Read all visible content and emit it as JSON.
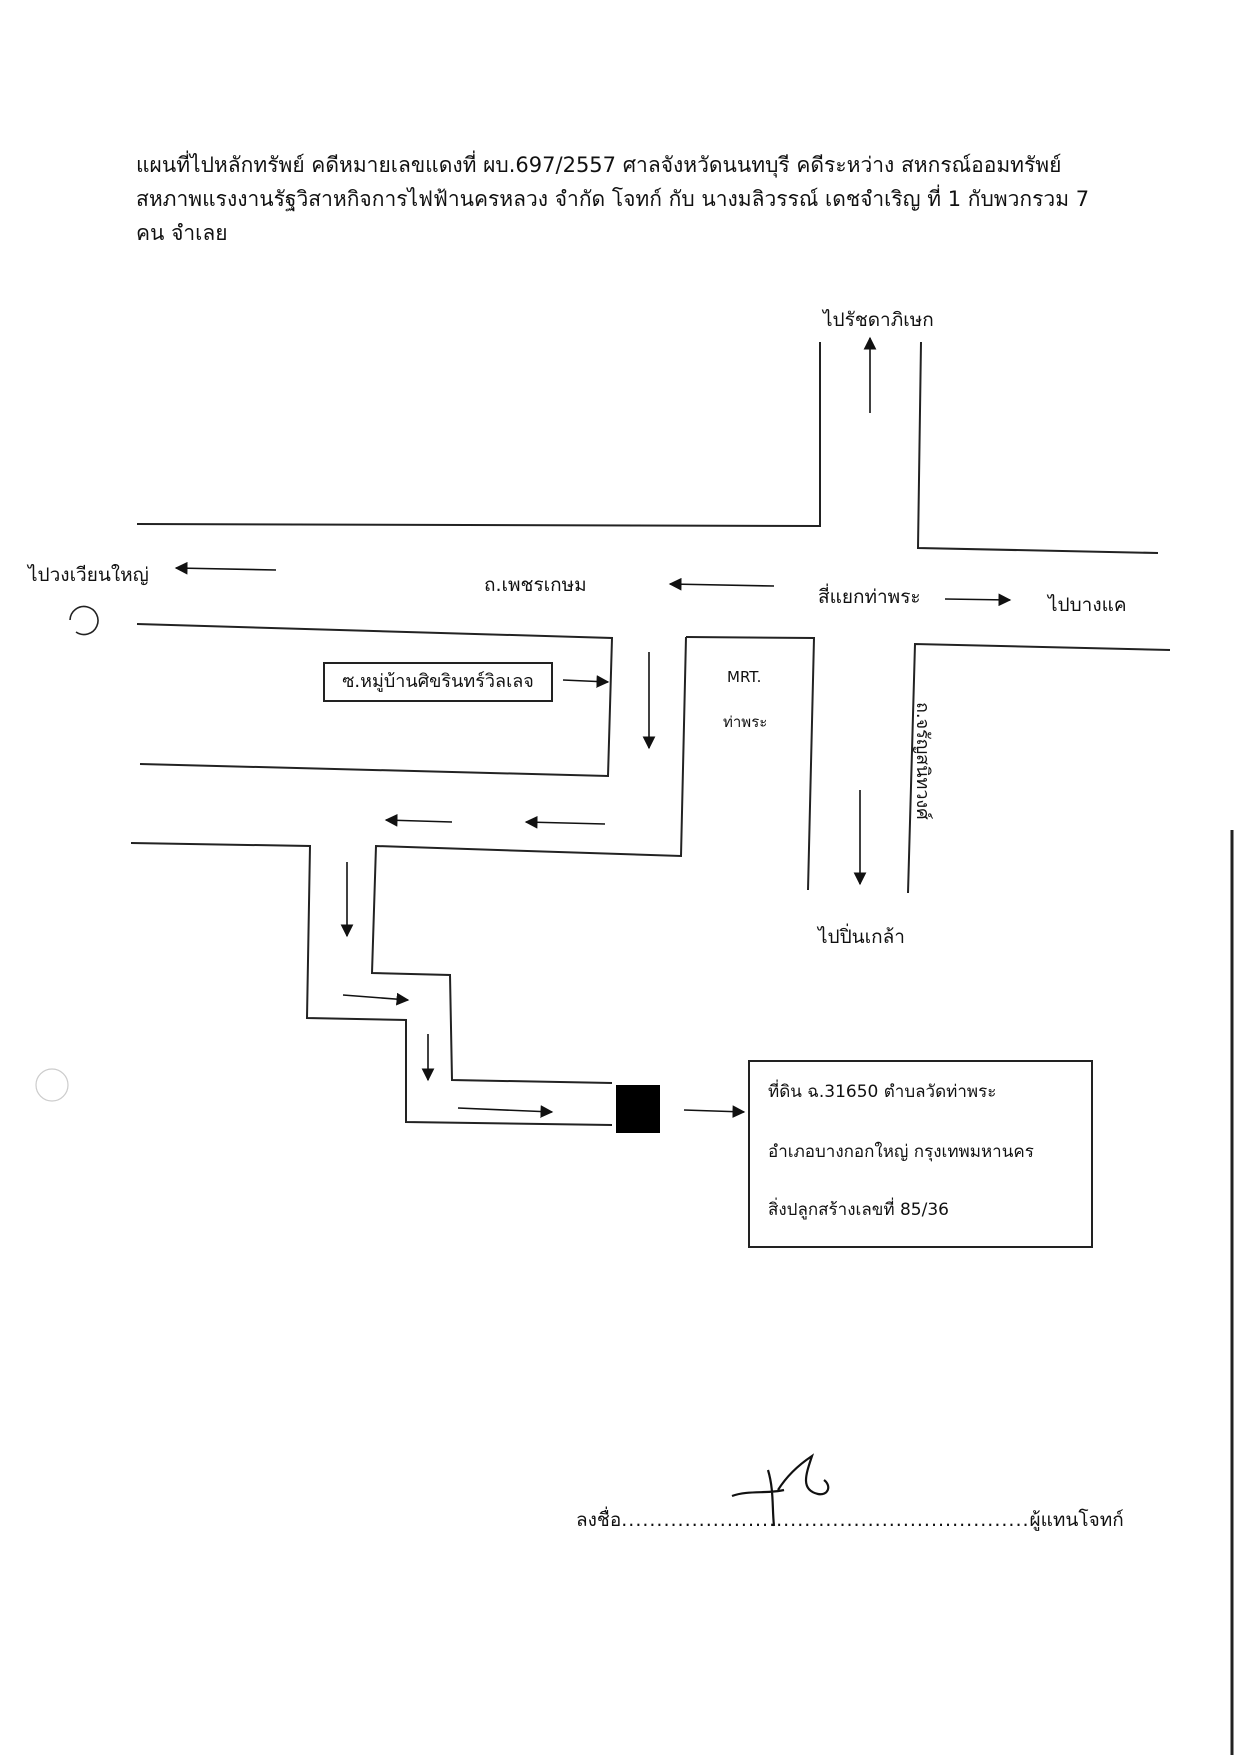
{
  "header": {
    "line1": "แผนที่ไปหลักทรัพย์ คดีหมายเลขแดงที่ ผบ.697/2557 ศาลจังหวัดนนทบุรี คดีระหว่าง สหกรณ์ออมทรัพย์",
    "line2": "สหภาพแรงงานรัฐวิสาหกิจการไฟฟ้านครหลวง จำกัด โจทก์ กับ นางมลิวรรณ์ เดชจำเริญ ที่ 1 กับพวกรวม 7",
    "line3": "คน จำเลย"
  },
  "map": {
    "to_ratchada": "ไปรัชดาภิเษก",
    "to_nong_khaem": "ไปวงเวียนใหญ่",
    "road_phetkasem": "ถ.เพชรเกษม",
    "intersection": "สี่แยกท่าพระ",
    "to_bang_khae": "ไปบางแค",
    "soi": "ซ.หมู่บ้านศิขรินทร์วิลเลจ",
    "mrt": "MRT.",
    "mrt_station": "ท่าพระ",
    "road_charan": "ถ.จรัญสนิทวงศ์",
    "to_pin_klao": "ไปปิ่นเกล้า"
  },
  "land": {
    "line1": "ที่ดิน ฉ.31650 ตำบลวัดท่าพระ",
    "line2": "อำเภอบางกอกใหญ่ กรุงเทพมหานคร",
    "line3": "สิ่งปลูกสร้างเลขที่ 85/36"
  },
  "signature": {
    "label": "ลงชื่อ",
    "dots": "..........................................................",
    "role": "ผู้แทนโจทก์"
  },
  "colors": {
    "ink": "#111111",
    "paper": "#ffffff"
  }
}
